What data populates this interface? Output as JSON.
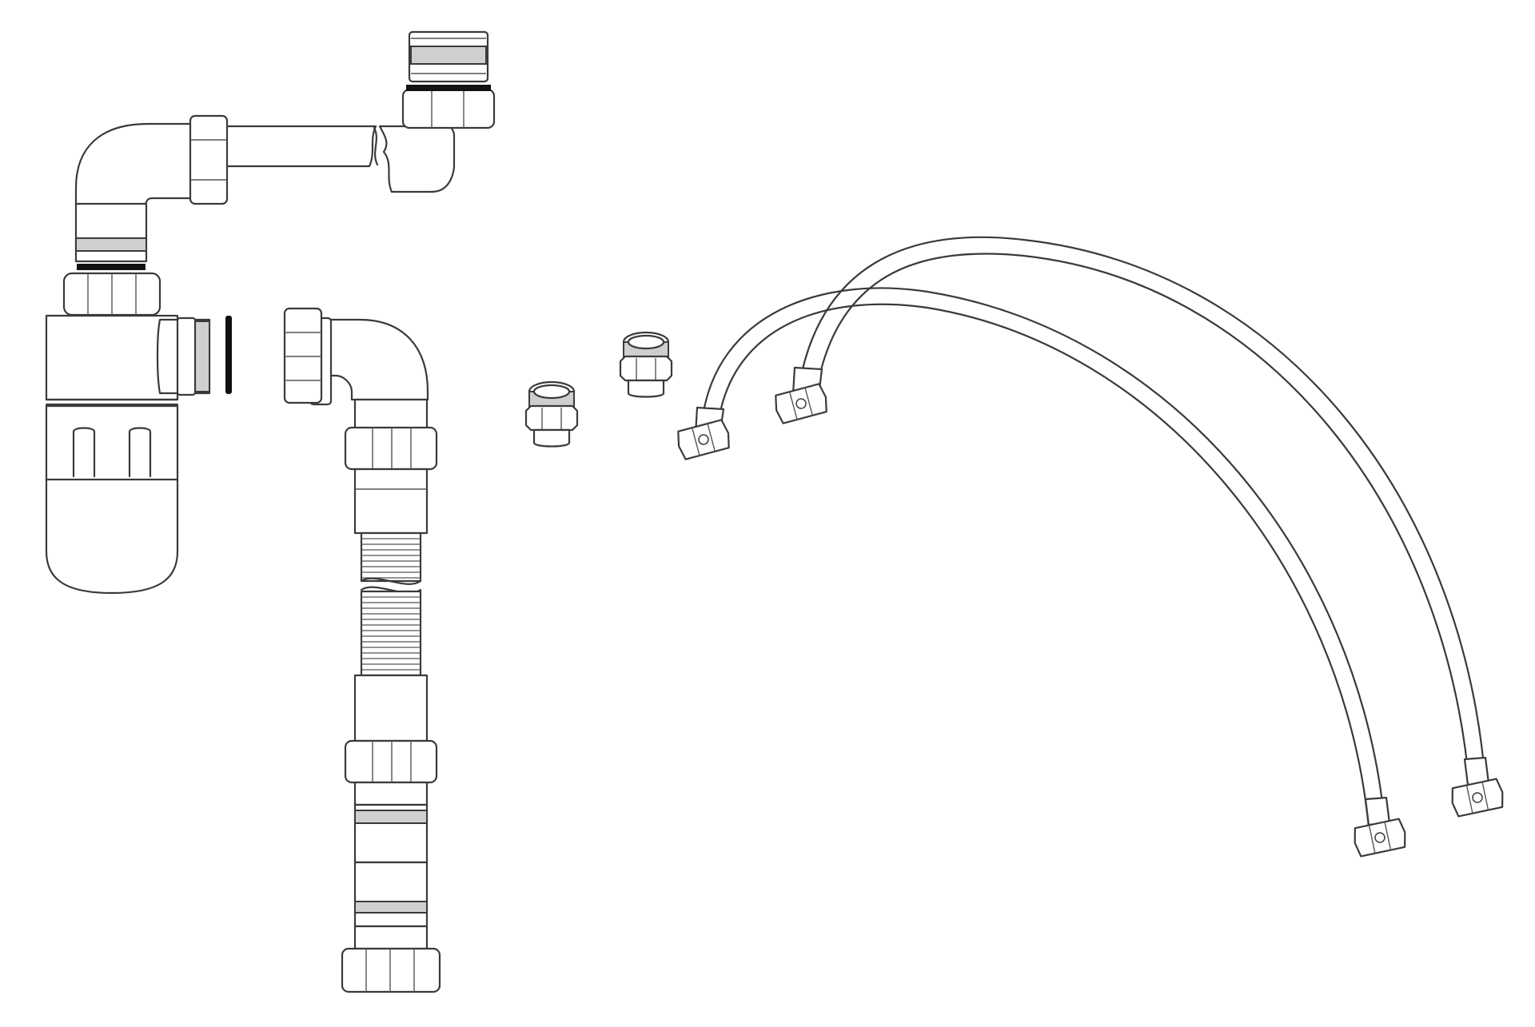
{
  "figure": {
    "components": [
      {
        "name": "bottle-trap",
        "icon": "bottle-trap-icon"
      },
      {
        "name": "outlet-elbow-pipe",
        "icon": "elbow-pipe-icon"
      },
      {
        "name": "telescopic-flexible-waste",
        "icon": "flex-pipe-icon"
      },
      {
        "name": "threaded-adapter",
        "icon": "adapter-icon",
        "count": 2
      },
      {
        "name": "braided-flexible-hose",
        "icon": "hose-icon",
        "count": 2
      }
    ],
    "colors": {
      "line": "#3a3a3a",
      "background": "#ffffff",
      "thread": "#cfcfcf",
      "seal": "#111111"
    }
  }
}
